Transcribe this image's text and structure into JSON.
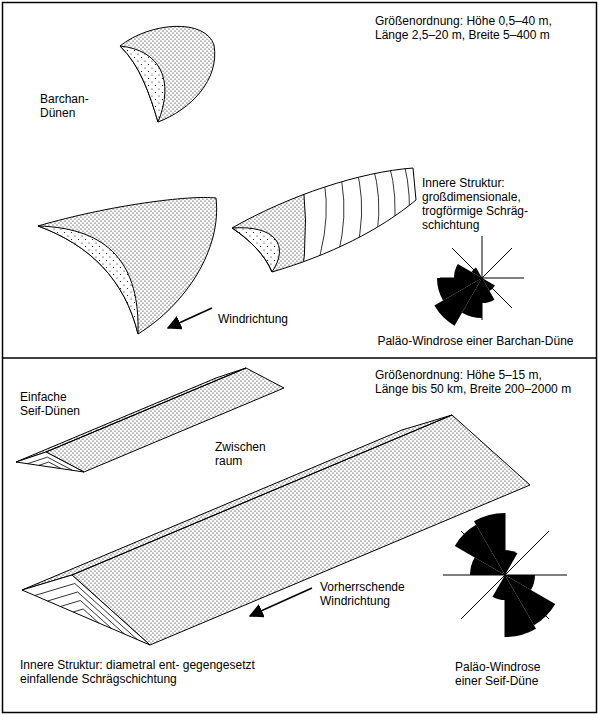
{
  "diagram": {
    "labels": [
      "Größenordnung: Höhe 0,5–40 m, Länge 2,5–20 m, Breite 5–400 m",
      "Barchan- Dünen",
      "Innere Struktur: großdimensionale, trogförmige Schräg- schichtung",
      "Windrichtung",
      "Paläo-Windrose einer Barchan-Düne",
      "Einfache Seif-Dünen",
      "Größenordnung: Höhe 5–15 m, Länge bis 50 km, Breite 200–2000 m",
      "Zwischen raum",
      "Vorherrschende Windrichtung",
      "Innere Struktur: diametral ent- gegengesetzt einfallende Schrägschichtung",
      "Paläo-Windrose einer Seif-Düne"
    ]
  }
}
